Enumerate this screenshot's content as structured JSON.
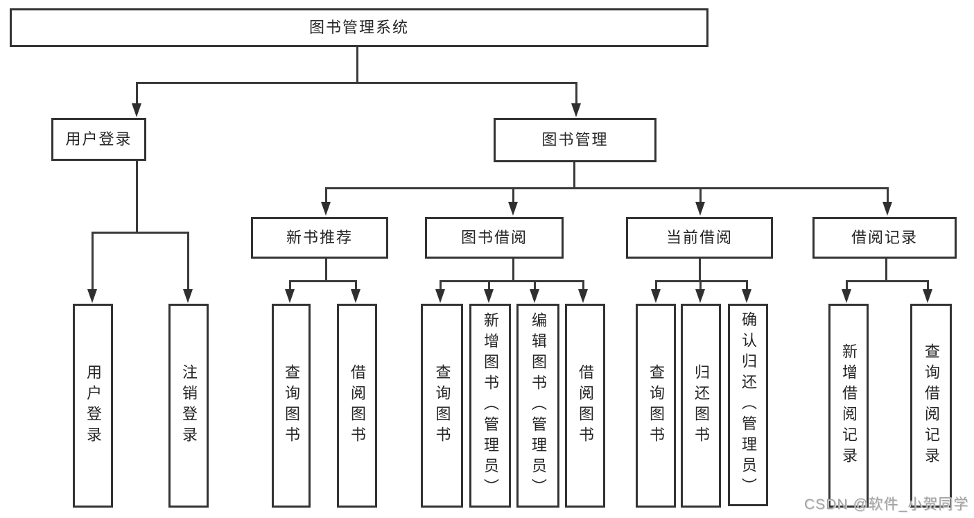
{
  "tree": {
    "root": "图书管理系统",
    "branches": [
      {
        "label": "用户登录",
        "children": [
          "用户登录",
          "注销登录"
        ]
      },
      {
        "label": "图书管理",
        "groups": [
          {
            "label": "新书推荐",
            "children": [
              "查询图书",
              "借阅图书"
            ]
          },
          {
            "label": "图书借阅",
            "children": [
              "查询图书",
              "新增图书（管理员）",
              "编辑图书（管理员）",
              "借阅图书"
            ]
          },
          {
            "label": "当前借阅",
            "children": [
              "查询图书",
              "归还图书",
              "确认归还（管理员）"
            ]
          },
          {
            "label": "借阅记录",
            "children": [
              "新增借阅记录",
              "查询借阅记录"
            ]
          }
        ]
      }
    ]
  },
  "watermark": "CSDN @软件_小贺同学",
  "colors": {
    "line": "#3a3a3a",
    "box_border": "#333333",
    "text": "#262626",
    "watermark_text": "#a4a4a4",
    "background": "#ffffff"
  }
}
